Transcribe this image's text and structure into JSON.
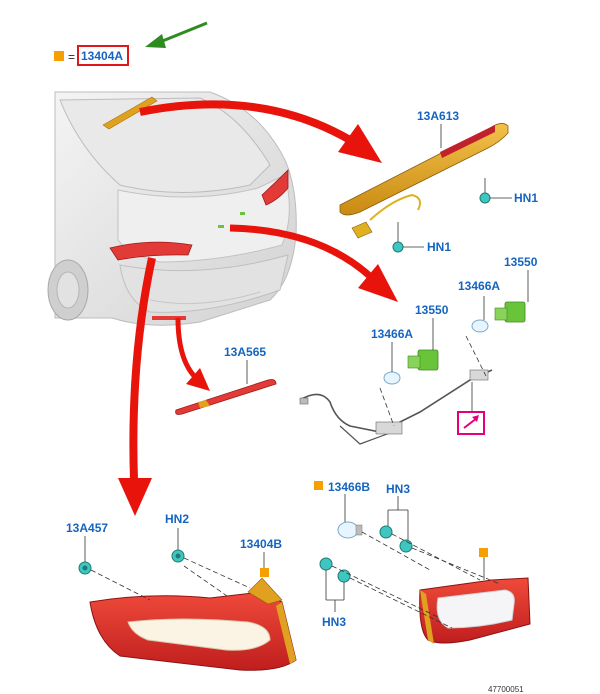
{
  "legend": {
    "equals": "=",
    "part_number": "13404A"
  },
  "labels": {
    "hmsl": "13A613",
    "hn1_upper": "HN1",
    "hn1_lower": "HN1",
    "reflector": "13A565",
    "bulb_right_top": "13466A",
    "socket_right_top": "13550",
    "bulb_left_mid": "13466A",
    "socket_left_mid": "13550",
    "tail_left": "13A457",
    "hn2": "HN2",
    "lamp_outer": "13404B",
    "bulb_inner": "13466B",
    "hn3_top": "HN3",
    "hn3_bottom": "HN3"
  },
  "footer": {
    "ref": "47700051"
  },
  "colors": {
    "accent_arrow": "#e8140c",
    "pointer_arrow": "#2e8b1f",
    "legend_square": "#f5a000",
    "label_blue": "#1565c0",
    "callout_box": "#e4007c",
    "fastener": "#3ec7c0",
    "socket_green": "#6ac43a",
    "lamp_red": "#e23a36",
    "lamp_amber": "#e0a020"
  }
}
